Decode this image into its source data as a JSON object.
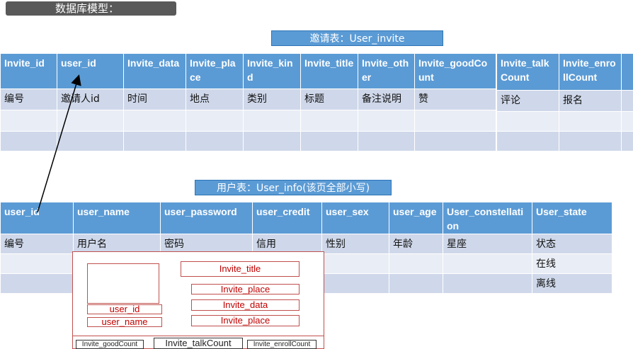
{
  "header": {
    "title": "数据库模型："
  },
  "invite_table": {
    "caption": "邀请表：User_invite",
    "columns": [
      "Invite_id",
      "user_id",
      "Invite_data",
      "Invite_place",
      "Invite_kind",
      "Invite_title",
      "Invite_other",
      "Invite_goodCount",
      "Invite_talkCount",
      "Invite_enrollCount"
    ],
    "descriptions": [
      "编号",
      "邀请人id",
      "时间",
      "地点",
      "类别",
      "标题",
      "备注说明",
      "赞",
      "评论",
      "报名"
    ]
  },
  "user_table": {
    "caption": "用户表：User_info(该页全部小写)",
    "columns": [
      "user_id",
      "user_name",
      "user_password",
      "user_credit",
      "user_sex",
      "user_age",
      "User_constellation",
      "User_state"
    ],
    "descriptions": [
      "编号",
      "用户名",
      "密码",
      "信用",
      "性别",
      "年龄",
      "星座",
      "状态"
    ],
    "state_values": [
      "在线",
      "离线"
    ]
  },
  "sketch": {
    "title_field": "Invite_title",
    "user_id_field": "user_id",
    "user_name_field": "user_name",
    "place_field_1": "Invite_place",
    "data_field": "Invite_data",
    "place_field_2": "Invite_place",
    "good_count": "Invite_goodCount",
    "talk_count": "Invite_talkCount",
    "enroll_count": "Invite_enrollCount"
  },
  "colors": {
    "header_blue": "#5b9bd5",
    "row_dark": "#cfd8ea",
    "row_light": "#e9edf5",
    "sketch_red": "#c0504d",
    "title_bar": "#595959"
  }
}
